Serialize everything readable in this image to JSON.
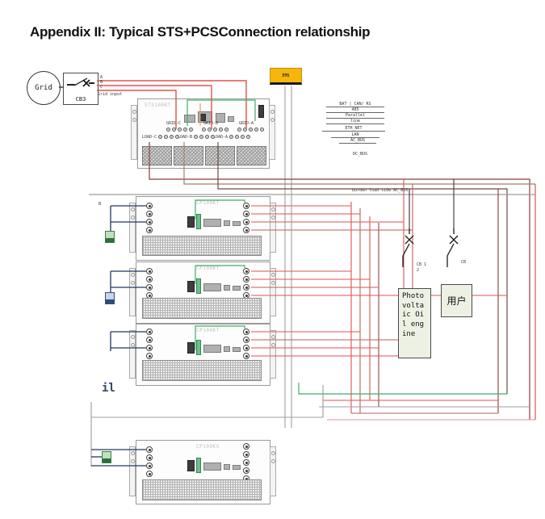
{
  "title": "Appendix II: Typical STS+PCSConnection relationship",
  "grid_source": {
    "label": "Grid",
    "breaker": "CB3",
    "phases": [
      "A",
      "B",
      "C"
    ],
    "input_label": "Grid input"
  },
  "ems": {
    "label": "EMS"
  },
  "sts": {
    "model": "STS100KT",
    "grid_terminals": [
      "GRID-C",
      "GRID-B",
      "GRID-A"
    ],
    "load_terminals": [
      "LOAD-C",
      "LOAD-B",
      "LOAD-A"
    ]
  },
  "legend": {
    "items": [
      "BAT | CAN/ RS",
      "485",
      "Parallel",
      "line",
      "ETH_NET",
      "LAN",
      "AC_BUS",
      "DC_BUS"
    ]
  },
  "bus_label": "burden load side AC_BUS",
  "pcs": {
    "port_label": "N",
    "units": [
      {
        "model": "CP100KT"
      },
      {
        "model": "CP100KT"
      },
      {
        "model": "CP100KT"
      },
      {
        "model": "CP100KS"
      }
    ]
  },
  "breakers": {
    "cb12_line1": "CB 1",
    "cb12_line2": "2",
    "cb2": "CB"
  },
  "loads": {
    "pv": "Photovoltaic Oil engine",
    "user": "用户"
  },
  "note": "il",
  "colors": {
    "wire_red": "#e0524f",
    "wire_dark_red": "#8c3b3b",
    "wire_brown": "#97826a",
    "wire_gray": "#9c9c9c",
    "wire_green": "#3fae6a",
    "wire_navy": "#26365c",
    "wire_pink": "#e08f9a",
    "wire_orange": "#d9a25f",
    "ems_yellow": "#f6b60b",
    "load_box_fill": "#edf1e4"
  }
}
